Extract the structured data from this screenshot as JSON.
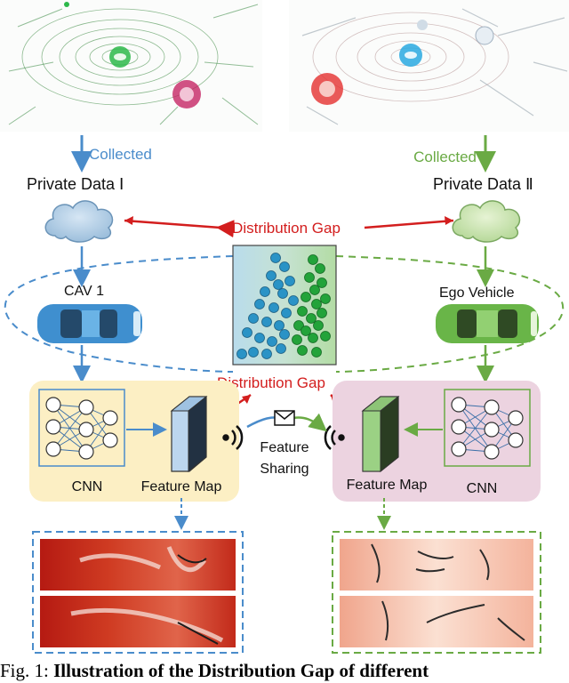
{
  "left": {
    "collected": "Collected",
    "private_data": "Private Data Ⅰ",
    "vehicle": "CAV 1",
    "cnn": "CNN",
    "feature_map": "Feature Map"
  },
  "right": {
    "collected": "Collected",
    "private_data": "Private Data Ⅱ",
    "vehicle": "Ego Vehicle",
    "cnn": "CNN",
    "feature_map": "Feature Map"
  },
  "center": {
    "gap_top": "Distribution Gap",
    "gap_bottom": "Distribution Gap",
    "sharing_line1": "Feature",
    "sharing_line2": "Sharing"
  },
  "caption": {
    "prefix": "Fig. 1:",
    "bold": "Illustration of the Distribution Gap of different"
  },
  "colors": {
    "blue": "#4a8ccb",
    "green": "#6aaa44",
    "red": "#d31e1e",
    "yellow_panel": "#fcefc4",
    "pink_panel": "#ecd3e0",
    "point_blue": "#2a93c6",
    "point_green": "#23a33a"
  }
}
